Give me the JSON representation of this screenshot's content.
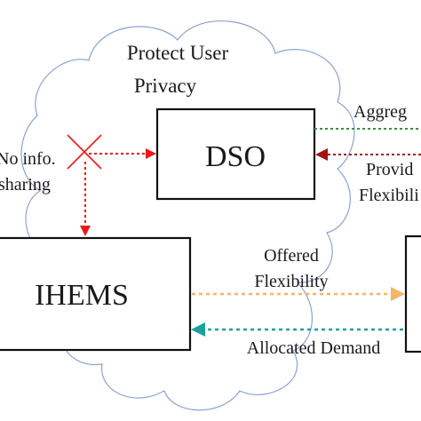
{
  "cloud": {
    "title_line1": "Protect User",
    "title_line2": "Privacy"
  },
  "nodes": {
    "dso": "DSO",
    "ihems": "IHEMS"
  },
  "labels": {
    "no_info_line1": "No info.",
    "no_info_line2": "sharing",
    "aggregated": "Aggreg",
    "provided_line1": "Provid",
    "provided_line2": "Flexibili",
    "offered_line1": "Offered",
    "offered_line2": "Flexibility",
    "allocated": "Allocated Demand"
  },
  "colors": {
    "red": "#e8191b",
    "dark_red": "#a51212",
    "green": "#3f8f3f",
    "orange": "#f4b566",
    "teal": "#1aa0a0",
    "outline": "#111111",
    "cloud_stroke": "#8aa4cf"
  }
}
